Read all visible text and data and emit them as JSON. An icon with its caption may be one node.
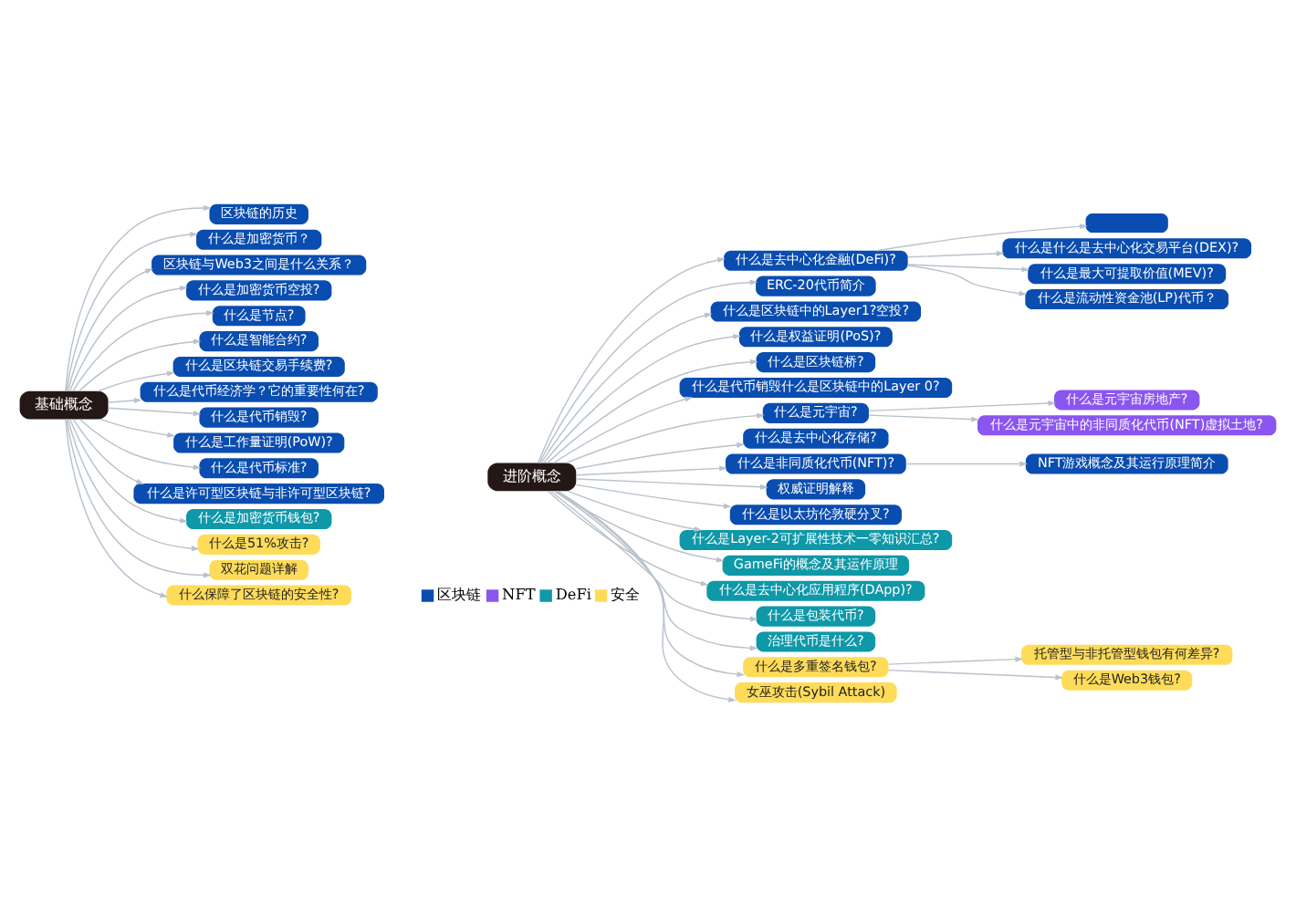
{
  "diagram": {
    "nodes": [
      {
        "text": [
          "基础概念"
        ]
      },
      {
        "text": [
          "区块链的历史"
        ]
      },
      {
        "text": [
          "什么是加密货币？"
        ]
      },
      {
        "text": [
          "区块链与Web3之间是什么关系？"
        ]
      },
      {
        "text": [
          "什么是加密货币空投?"
        ]
      },
      {
        "text": [
          "什么是节点?"
        ]
      },
      {
        "text": [
          "什么是智能合约?"
        ]
      },
      {
        "text": [
          "什么是区块链交易手续费?"
        ]
      },
      {
        "text": [
          "什么是代币经济学？它的重要性何在?"
        ]
      },
      {
        "text": [
          "什么是代币销毁?"
        ]
      },
      {
        "text": [
          "什么是工作量证明(PoW)?"
        ]
      },
      {
        "text": [
          "什么是代币标准?"
        ]
      },
      {
        "text": [
          "什么是许可型区块链与非许可型区块链?"
        ]
      },
      {
        "text": [
          "什么是加密货币钱包?"
        ]
      },
      {
        "text": [
          "什么是51%攻击?"
        ]
      },
      {
        "text": [
          "双花问题详解"
        ]
      },
      {
        "text": [
          "什么保障了区块链的安全性?"
        ]
      },
      {
        "text": [
          "进阶概念"
        ]
      },
      {
        "text": [
          "什么是去中心化金融(DeFi)?"
        ]
      },
      {
        "text": [],
        "shape": "box"
      },
      {
        "text": [
          "什么是什么是去中心化交易平台(DEX)?"
        ]
      },
      {
        "text": [
          "什么是最大可提取价值(MEV)?"
        ]
      },
      {
        "text": [
          "什么是流动性资金池(LP)代币？"
        ]
      },
      {
        "text": [
          "ERC-20代币简介"
        ]
      },
      {
        "text": [
          "什么是区块链中的Layer1?空投?"
        ]
      },
      {
        "text": [
          "什么是权益证明(PoS)?"
        ]
      },
      {
        "text": [
          "什么是区块链桥?"
        ]
      },
      {
        "text": [
          "什么是代币销毁什么是区块链中的Layer 0?"
        ]
      },
      {
        "text": [
          "什么是元宇宙?"
        ]
      },
      {
        "text": [
          "什么是元宇宙房地产?"
        ]
      },
      {
        "text": [
          "什么是元宇宙中的非同质化代币(NFT)虚拟土地?"
        ]
      },
      {
        "text": [
          "什么是去中心化存储?"
        ]
      },
      {
        "text": [
          "什么是非同质化代币(NFT)?"
        ]
      },
      {
        "text": [
          "NFT游戏概念及其运行原理简介"
        ]
      },
      {
        "text": [
          "权威证明解释"
        ]
      },
      {
        "text": [
          "什么是以太坊伦敦硬分叉?"
        ]
      },
      {
        "text": [
          "什么是Layer-2可扩展性技术一零知识汇总?"
        ]
      },
      {
        "text": [
          "GameFi的概念及其运作原理"
        ]
      },
      {
        "text": [
          "什么是去中心化应用程序(DApp)?"
        ]
      },
      {
        "text": [
          "什么是包装代币?"
        ]
      },
      {
        "text": [
          "治理代币是什么?"
        ]
      },
      {
        "text": [
          "什么是多重签名钱包?"
        ]
      },
      {
        "text": [
          "托管型与非托管型钱包有何差异?"
        ]
      },
      {
        "text": [
          "什么是Web3钱包?"
        ]
      },
      {
        "text": [
          "女巫攻击(Sybil Attack)"
        ]
      }
    ],
    "edges": [
      {
        "from": 0,
        "to": 1,
        "arrow": "to"
      },
      {
        "from": 0,
        "to": 2,
        "arrow": "to"
      },
      {
        "from": 0,
        "to": 3,
        "arrow": "to"
      },
      {
        "from": 0,
        "to": 4,
        "arrow": "to"
      },
      {
        "from": 0,
        "to": 5,
        "arrow": "to"
      },
      {
        "from": 0,
        "to": 6,
        "arrow": "to"
      },
      {
        "from": 0,
        "to": 7,
        "arrow": "to"
      },
      {
        "from": 0,
        "to": 8,
        "arrow": "to"
      },
      {
        "from": 0,
        "to": 9,
        "arrow": "to"
      },
      {
        "from": 0,
        "to": 10,
        "arrow": "to"
      },
      {
        "from": 0,
        "to": 11,
        "arrow": "to"
      },
      {
        "from": 0,
        "to": 12,
        "arrow": "to"
      },
      {
        "from": 0,
        "to": 13,
        "arrow": "to"
      },
      {
        "from": 0,
        "to": 14,
        "arrow": "to"
      },
      {
        "from": 0,
        "to": 15,
        "arrow": "to"
      },
      {
        "from": 0,
        "to": 16,
        "arrow": "to"
      },
      {
        "from": 17,
        "to": 18,
        "arrow": "to"
      },
      {
        "from": 18,
        "to": 19,
        "arrow": "to"
      },
      {
        "from": 18,
        "to": 20,
        "arrow": "to"
      },
      {
        "from": 18,
        "to": 21,
        "arrow": "to"
      },
      {
        "from": 18,
        "to": 22,
        "arrow": "to"
      },
      {
        "from": 17,
        "to": 23,
        "arrow": "to"
      },
      {
        "from": 17,
        "to": 24,
        "arrow": "to"
      },
      {
        "from": 17,
        "to": 25,
        "arrow": "to"
      },
      {
        "from": 17,
        "to": 26,
        "arrow": "to"
      },
      {
        "from": 17,
        "to": 27,
        "arrow": "to"
      },
      {
        "from": 17,
        "to": 28,
        "arrow": "to"
      },
      {
        "from": 28,
        "to": 29,
        "arrow": "to"
      },
      {
        "from": 28,
        "to": 30,
        "arrow": "to"
      },
      {
        "from": 17,
        "to": 31,
        "arrow": "to"
      },
      {
        "from": 17,
        "to": 32,
        "arrow": "to"
      },
      {
        "from": 32,
        "to": 33,
        "arrow": "to"
      },
      {
        "from": 17,
        "to": 34,
        "arrow": "to"
      },
      {
        "from": 17,
        "to": 35,
        "arrow": "to"
      },
      {
        "from": 17,
        "to": 36,
        "arrow": "to"
      },
      {
        "from": 17,
        "to": 37,
        "arrow": "to"
      },
      {
        "from": 17,
        "to": 38,
        "arrow": "to"
      },
      {
        "from": 17,
        "to": 39,
        "arrow": "to"
      },
      {
        "from": 17,
        "to": 40,
        "arrow": "to"
      },
      {
        "from": 17,
        "to": 41,
        "arrow": "to"
      },
      {
        "from": 41,
        "to": 42,
        "arrow": "to"
      },
      {
        "from": 41,
        "to": 43,
        "arrow": "to"
      },
      {
        "from": 17,
        "to": 44,
        "arrow": "to"
      }
    ],
    "legend": [
      {
        "text": "区块链",
        "color": "#0a4db0"
      },
      {
        "text": "NFT",
        "color": "#8b55f0"
      },
      {
        "text": "DeFi",
        "color": "#0e98a8"
      },
      {
        "text": "安全",
        "color": "#fedc5a"
      }
    ]
  }
}
